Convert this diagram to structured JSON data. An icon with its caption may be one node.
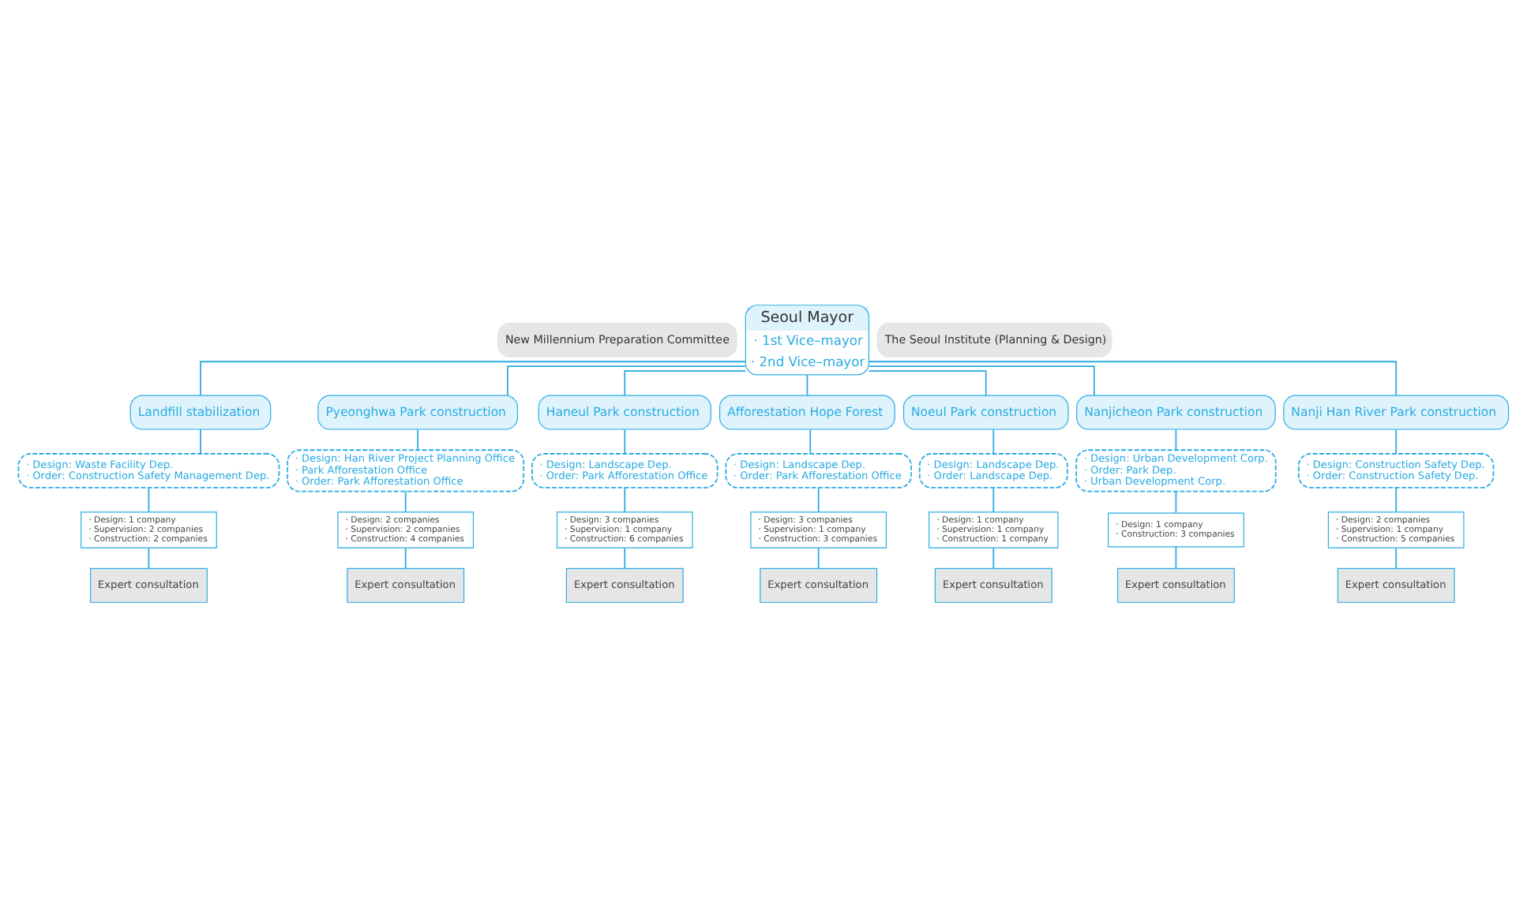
{
  "diagram": {
    "nodes": [
      {
        "text": [
          "Seoul Mayor",
          "· 1st Vice–mayor",
          "· 2nd Vice–mayor"
        ]
      },
      {
        "text": [
          "New Millennium Preparation Committee"
        ]
      },
      {
        "text": [
          "The Seoul Institute (Planning & Design)"
        ]
      },
      {
        "text": [
          "Landfill stabilization"
        ]
      },
      {
        "text": [
          "Pyeonghwa Park construction"
        ]
      },
      {
        "text": [
          "Haneul Park construction"
        ]
      },
      {
        "text": [
          "Afforestation Hope Forest"
        ]
      },
      {
        "text": [
          "Noeul Park construction"
        ]
      },
      {
        "text": [
          "Nanjicheon Park construction"
        ]
      },
      {
        "text": [
          "Nanji Han River Park construction"
        ]
      },
      {
        "text": [
          "· Design: Waste Facility Dep.",
          "· Order: Construction Safety Management Dep."
        ]
      },
      {
        "text": [
          "· Design: Han River Project Planning Office",
          "· Park Afforestation Office",
          "· Order: Park Afforestation Office"
        ]
      },
      {
        "text": [
          "· Design: Landscape Dep.",
          "· Order: Park Afforestation Office"
        ]
      },
      {
        "text": [
          "· Design: Landscape Dep.",
          "· Order: Park Afforestation Office"
        ]
      },
      {
        "text": [
          "· Design: Landscape Dep.",
          "· Order: Landscape Dep."
        ]
      },
      {
        "text": [
          "· Design: Urban Development Corp.",
          "· Order: Park Dep.",
          "· Urban Development Corp."
        ]
      },
      {
        "text": [
          "· Design: Construction Safety Dep.",
          "· Order: Construction Safety Dep."
        ]
      },
      {
        "text": [
          "· Design: 1 company",
          "· Supervision: 2 companies",
          "· Construction: 2 companies"
        ]
      },
      {
        "text": [
          "· Design: 2 companies",
          "· Supervision: 2 companies",
          "· Construction: 4 companies"
        ]
      },
      {
        "text": [
          "· Design: 3 companies",
          "· Supervision: 1 company",
          "· Construction: 6 companies"
        ]
      },
      {
        "text": [
          "· Design: 3 companies",
          "· Supervision: 1 company",
          "· Construction: 3 companies"
        ]
      },
      {
        "text": [
          "· Design: 1 company",
          "· Supervision: 1 company",
          "· Construction: 1 company"
        ]
      },
      {
        "text": [
          "· Design: 1 company",
          "· Construction: 3 companies"
        ]
      },
      {
        "text": [
          "· Design: 2 companies",
          "· Supervision: 1 company",
          "· Construction: 5 companies"
        ]
      },
      {
        "text": [
          "Expert consultation"
        ]
      },
      {
        "text": [
          "Expert consultation"
        ]
      },
      {
        "text": [
          "Expert consultation"
        ]
      },
      {
        "text": [
          "Expert consultation"
        ]
      },
      {
        "text": [
          "Expert consultation"
        ]
      },
      {
        "text": [
          "Expert consultation"
        ]
      },
      {
        "text": [
          "Expert consultation"
        ]
      }
    ],
    "edges": [
      {
        "from": 0,
        "to": 3,
        "arrow": "none"
      },
      {
        "from": 0,
        "to": 4,
        "arrow": "none"
      },
      {
        "from": 0,
        "to": 5,
        "arrow": "none"
      },
      {
        "from": 0,
        "to": 6,
        "arrow": "none"
      },
      {
        "from": 0,
        "to": 7,
        "arrow": "none"
      },
      {
        "from": 0,
        "to": 8,
        "arrow": "none"
      },
      {
        "from": 0,
        "to": 9,
        "arrow": "none"
      },
      {
        "from": 3,
        "to": 10,
        "arrow": "none"
      },
      {
        "from": 4,
        "to": 11,
        "arrow": "none"
      },
      {
        "from": 5,
        "to": 12,
        "arrow": "none"
      },
      {
        "from": 6,
        "to": 13,
        "arrow": "none"
      },
      {
        "from": 7,
        "to": 14,
        "arrow": "none"
      },
      {
        "from": 8,
        "to": 15,
        "arrow": "none"
      },
      {
        "from": 9,
        "to": 16,
        "arrow": "none"
      },
      {
        "from": 10,
        "to": 17,
        "arrow": "none"
      },
      {
        "from": 11,
        "to": 18,
        "arrow": "none"
      },
      {
        "from": 12,
        "to": 19,
        "arrow": "none"
      },
      {
        "from": 13,
        "to": 20,
        "arrow": "none"
      },
      {
        "from": 14,
        "to": 21,
        "arrow": "none"
      },
      {
        "from": 15,
        "to": 22,
        "arrow": "none"
      },
      {
        "from": 16,
        "to": 23,
        "arrow": "none"
      },
      {
        "from": 17,
        "to": 24,
        "arrow": "none"
      },
      {
        "from": 18,
        "to": 25,
        "arrow": "none"
      },
      {
        "from": 19,
        "to": 26,
        "arrow": "none"
      },
      {
        "from": 20,
        "to": 27,
        "arrow": "none"
      },
      {
        "from": 21,
        "to": 28,
        "arrow": "none"
      },
      {
        "from": 22,
        "to": 29,
        "arrow": "none"
      },
      {
        "from": 23,
        "to": 30,
        "arrow": "none"
      }
    ]
  }
}
